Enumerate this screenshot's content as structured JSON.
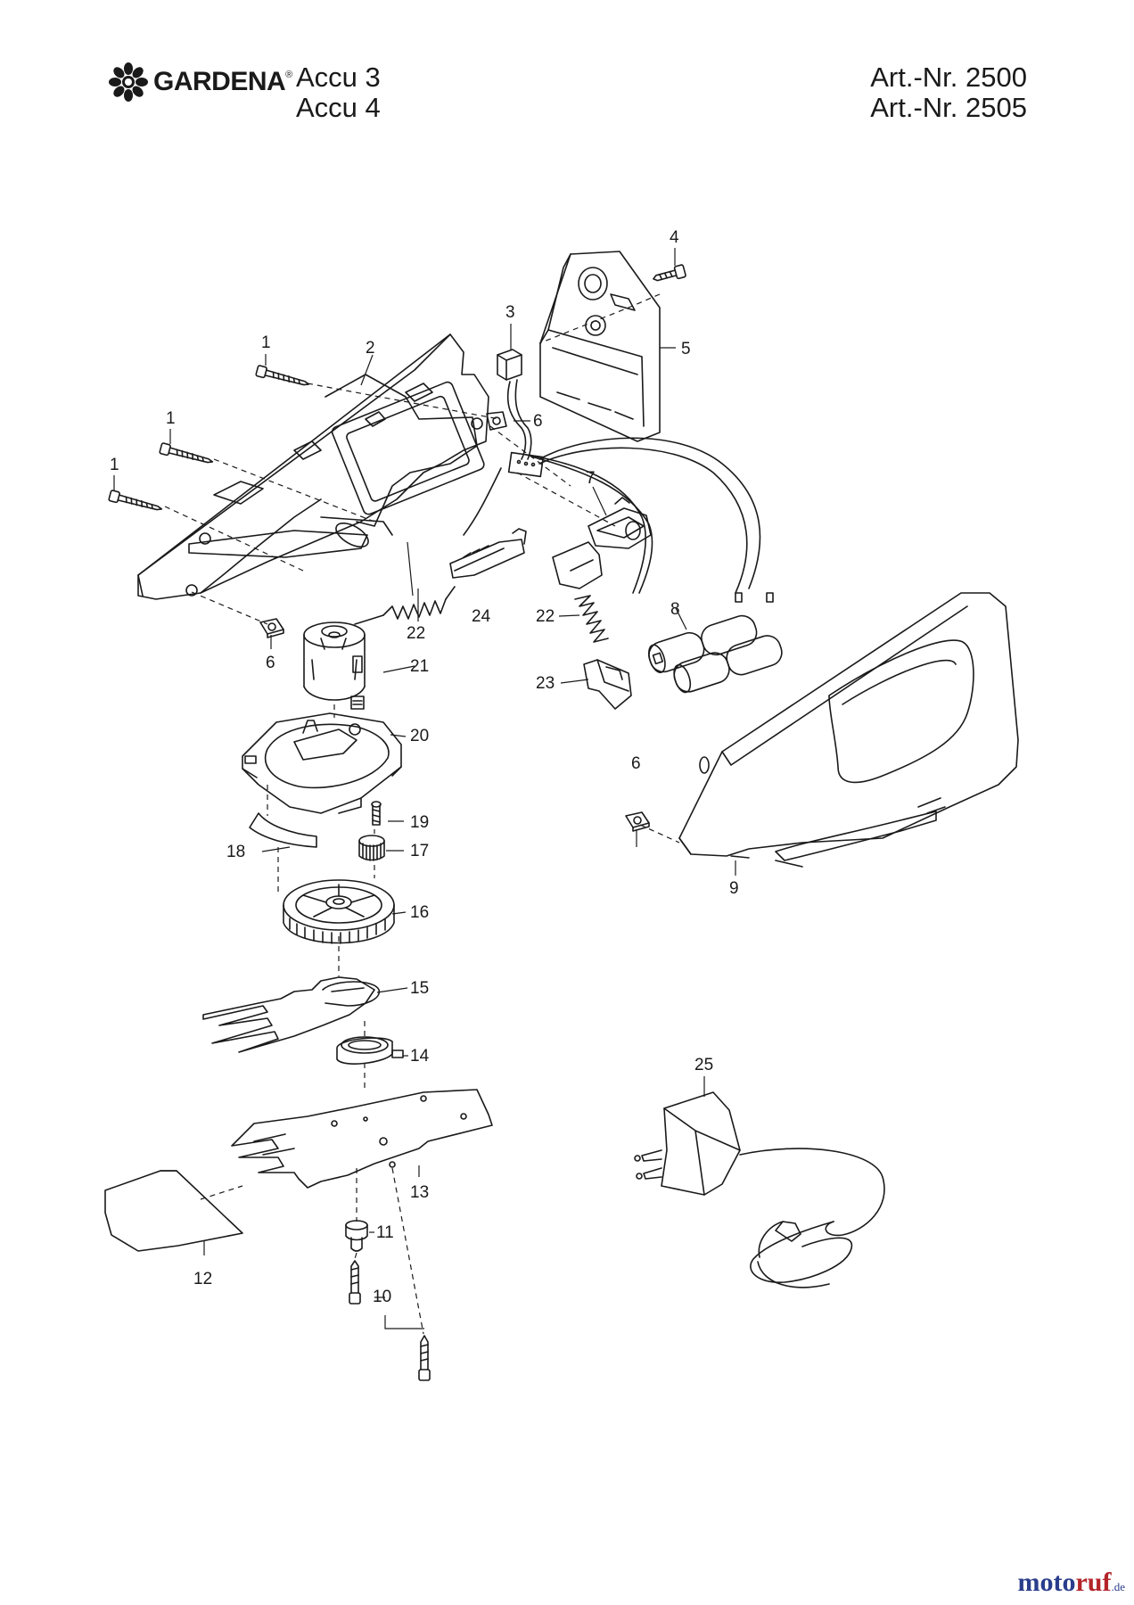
{
  "header": {
    "brand": "GARDENA",
    "brand_mark": "®",
    "models": [
      "Accu 3",
      "Accu 4"
    ],
    "article_numbers": [
      "Art.-Nr. 2500",
      "Art.-Nr. 2505"
    ]
  },
  "diagram": {
    "callouts": [
      {
        "id": "c1a",
        "label": "1"
      },
      {
        "id": "c1b",
        "label": "1"
      },
      {
        "id": "c1c",
        "label": "1"
      },
      {
        "id": "c2",
        "label": "2"
      },
      {
        "id": "c3",
        "label": "3"
      },
      {
        "id": "c4",
        "label": "4"
      },
      {
        "id": "c5",
        "label": "5"
      },
      {
        "id": "c6a",
        "label": "6"
      },
      {
        "id": "c6b",
        "label": "6"
      },
      {
        "id": "c6c",
        "label": "6"
      },
      {
        "id": "c7",
        "label": "7"
      },
      {
        "id": "c8",
        "label": "8"
      },
      {
        "id": "c9",
        "label": "9"
      },
      {
        "id": "c10",
        "label": "10"
      },
      {
        "id": "c11",
        "label": "11"
      },
      {
        "id": "c12",
        "label": "12"
      },
      {
        "id": "c13",
        "label": "13"
      },
      {
        "id": "c14",
        "label": "14"
      },
      {
        "id": "c15",
        "label": "15"
      },
      {
        "id": "c16",
        "label": "16"
      },
      {
        "id": "c17",
        "label": "17"
      },
      {
        "id": "c18",
        "label": "18"
      },
      {
        "id": "c19",
        "label": "19"
      },
      {
        "id": "c20",
        "label": "20"
      },
      {
        "id": "c21",
        "label": "21"
      },
      {
        "id": "c22a",
        "label": "22"
      },
      {
        "id": "c22b",
        "label": "22"
      },
      {
        "id": "c23",
        "label": "23"
      },
      {
        "id": "c24",
        "label": "24"
      },
      {
        "id": "c25",
        "label": "25"
      }
    ]
  },
  "footer": {
    "watermark_part1": "moto",
    "watermark_part2": "ruf",
    "watermark_suffix": ".de"
  },
  "colors": {
    "line": "#1a1a1a",
    "watermark_blue": "#2a3d8c",
    "watermark_red": "#b3262a"
  }
}
